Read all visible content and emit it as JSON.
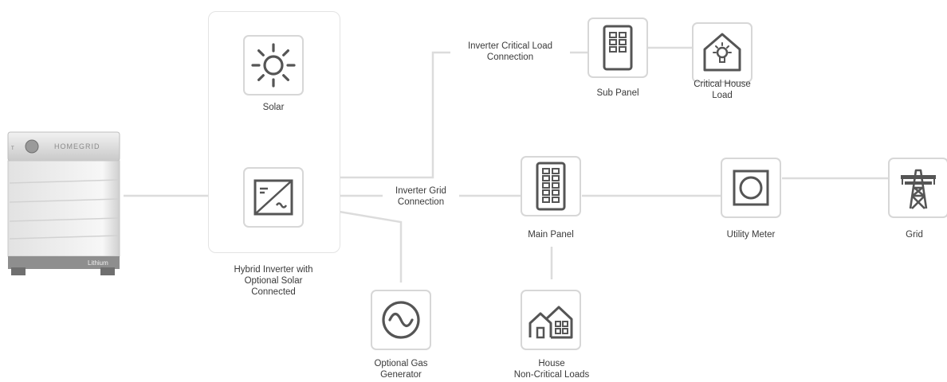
{
  "colors": {
    "line": "#dcdcdc",
    "icon_border": "#d7d7d7",
    "icon_fill": "#555555",
    "text": "#3a3a3a"
  },
  "nodes": {
    "battery": {
      "brand": "HOMEGRID",
      "badge": "Lithium"
    },
    "solar": {
      "label": "Solar",
      "icon": "sun-icon"
    },
    "inverter": {
      "label": "Hybrid Inverter with\nOptional Solar\nConnected",
      "icon": "inverter-icon"
    },
    "generator": {
      "label": "Optional Gas\nGenerator",
      "icon": "sine-wave-icon"
    },
    "sub_panel": {
      "label": "Sub Panel",
      "icon": "sub-panel-icon"
    },
    "critical_load": {
      "label": "Critical House\nLoad",
      "icon": "house-bulb-icon"
    },
    "main_panel": {
      "label": "Main Panel",
      "icon": "main-panel-icon"
    },
    "house_loads": {
      "label": "House\nNon-Critical Loads",
      "icon": "houses-icon"
    },
    "utility_meter": {
      "label": "Utility Meter",
      "icon": "meter-icon"
    },
    "grid": {
      "label": "Grid",
      "icon": "transmission-tower-icon"
    }
  },
  "connections": {
    "critical": "Inverter Critical Load\nConnection",
    "grid": "Inverter Grid\nConnection"
  }
}
